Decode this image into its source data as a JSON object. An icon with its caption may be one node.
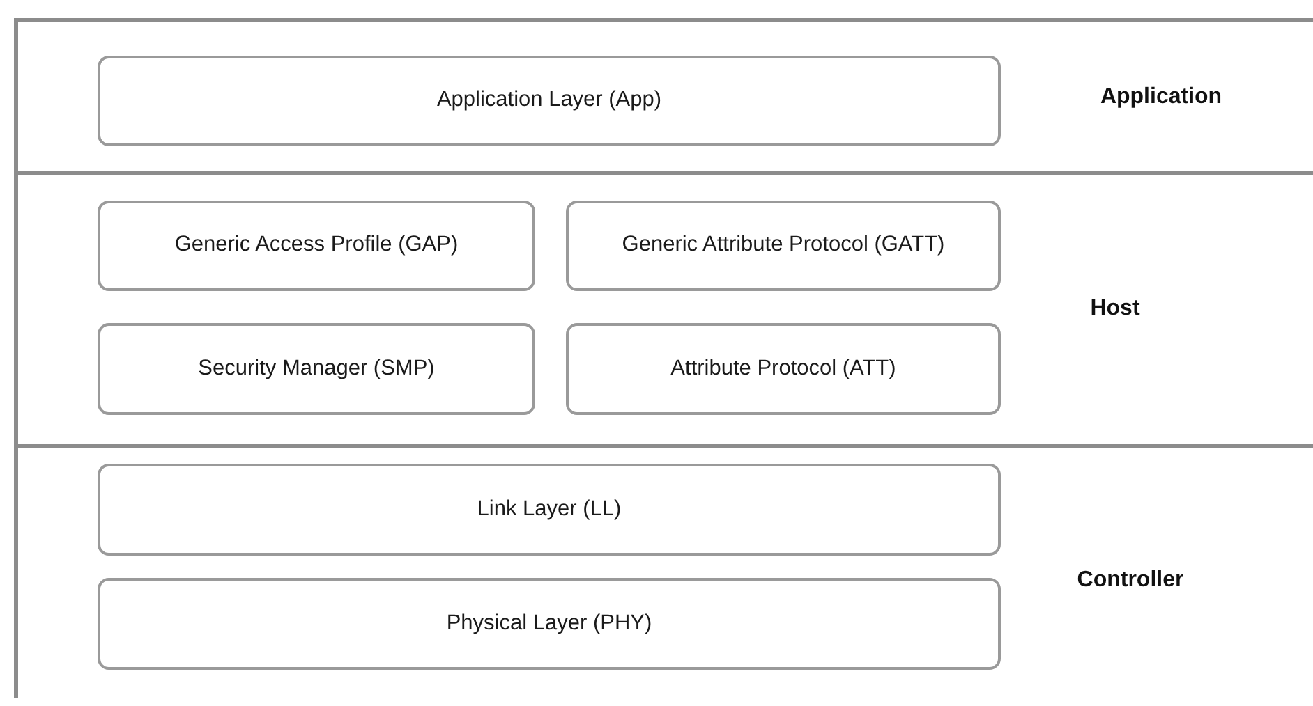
{
  "diagram": {
    "nodes": [
      {
        "text": [
          "Application"
        ]
      },
      {
        "text": [
          "Application Layer (App)"
        ],
        "in": 0
      },
      {
        "text": [
          "Host"
        ]
      },
      {
        "text": [
          "Generic Access Profile (GAP)"
        ],
        "in": 2
      },
      {
        "text": [
          "Generic Attribute Protocol (GATT)"
        ],
        "in": 2
      },
      {
        "text": [
          "Security Manager (SMP)"
        ],
        "in": 2
      },
      {
        "text": [
          "Attribute Protocol (ATT)"
        ],
        "in": 2
      },
      {
        "text": [
          "Controller"
        ]
      },
      {
        "text": [
          "Link Layer (LL)"
        ],
        "in": 7
      },
      {
        "text": [
          "Physical Layer (PHY)"
        ],
        "in": 7
      }
    ]
  }
}
